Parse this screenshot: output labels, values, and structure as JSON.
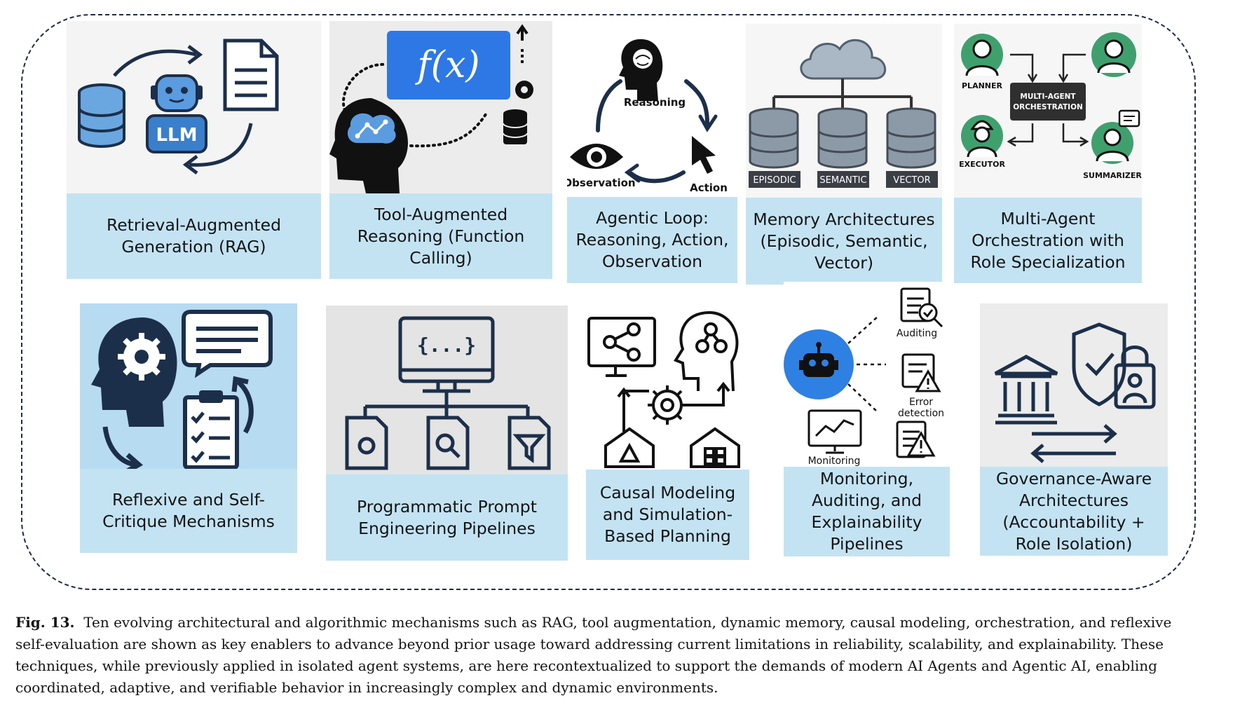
{
  "figure": {
    "caption_label": "Fig. 13.",
    "caption_lines": [
      "Ten evolving architectural and algorithmic mechanisms such as RAG, tool augmentation, dynamic memory, causal modeling, orchestration, and reflexive",
      "self-evaluation are shown as key enablers to advance beyond prior usage toward addressing current limitations in reliability, scalability, and explainability. These",
      "techniques, while previously applied in isolated agent systems, are here recontextualized to support the demands of modern AI Agents and Agentic AI, enabling",
      "coordinated, adaptive, and verifiable behavior in increasingly complex and dynamic environments."
    ]
  },
  "cards": [
    {
      "label_lines": [
        "Retrieval-Augmented",
        "Generation (RAG)"
      ],
      "icon_text": [
        "LLM"
      ]
    },
    {
      "label_lines": [
        "Tool-Augmented",
        "Reasoning (Function",
        "Calling)"
      ],
      "icon_text": [
        "f(x)"
      ]
    },
    {
      "label_lines": [
        "Agentic Loop:",
        "Reasoning, Action,",
        "Observation"
      ],
      "icon_text": [
        "Reasoning",
        "Action",
        "Observation"
      ]
    },
    {
      "label_lines": [
        "Memory Architectures",
        "(Episodic, Semantic,",
        "Vector)"
      ],
      "icon_text": [
        "EPISODIC",
        "SEMANTIC",
        "VECTOR"
      ]
    },
    {
      "label_lines": [
        "Multi-Agent",
        "Orchestration with",
        "Role Specialization"
      ],
      "icon_text": [
        "PLANNER",
        "EXECUTOR",
        "SUMMARIZER",
        "MULTI-AGENT",
        "ORCHESTRATION"
      ]
    },
    {
      "label_lines": [
        "Reflexive and Self-",
        "Critique Mechanisms"
      ],
      "icon_text": []
    },
    {
      "label_lines": [
        "Programmatic Prompt",
        "Engineering Pipelines"
      ],
      "icon_text": [
        "{...}"
      ]
    },
    {
      "label_lines": [
        "Causal Modeling",
        "and Simulation-",
        "Based Planning"
      ],
      "icon_text": []
    },
    {
      "label_lines": [
        "Monitoring,",
        "Auditing, and",
        "Explainability",
        "Pipelines"
      ],
      "icon_text": [
        "Auditing",
        "Error",
        "detection",
        "Monitoring"
      ]
    },
    {
      "label_lines": [
        "Governance-Aware",
        "Architectures",
        "(Accountability +",
        "Role Isolation)"
      ],
      "icon_text": []
    }
  ],
  "colors": {
    "label_bg": "#c3e3f3",
    "icon_blue": "#4e8fd1",
    "icon_green": "#3fa06e",
    "icon_navy": "#1c2f4a",
    "frame": "#1f2a44"
  }
}
